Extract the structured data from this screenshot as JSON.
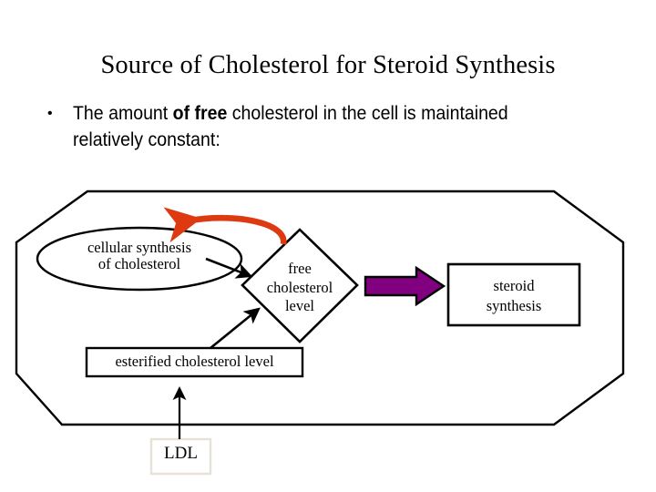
{
  "slide": {
    "title": "Source of Cholesterol for Steroid Synthesis",
    "bullets": [
      {
        "marker": "•",
        "run_plain_1": "The amount ",
        "run_bold": "of free",
        "run_plain_2": " cholesterol in the cell is maintained relatively constant:"
      }
    ]
  },
  "diagram": {
    "cell_membrane_name": "cell-outline-octagon",
    "nodes": {
      "cellular_synthesis": "cellular synthesis\nof cholesterol",
      "cellular_synthesis_line1": "cellular synthesis",
      "cellular_synthesis_line2": "of cholesterol",
      "free_cholesterol_level": "free\ncholesterol\nlevel",
      "free_line1": "free",
      "free_line2": "cholesterol",
      "free_line3": "level",
      "steroid_synthesis": "steroid\nsynthesis",
      "steroid_line1": "steroid",
      "steroid_line2": "synthesis",
      "esterified_cholesterol_level": "esterified cholesterol level",
      "ldl": "LDL"
    },
    "colors": {
      "stroke": "#000000",
      "feedback_arrow": "#DD3A11",
      "block_arrow_fill": "#800080",
      "block_arrow_stroke": "#000000",
      "ldl_box_border": "#E6E2D8",
      "background": "#FFFFFF"
    }
  },
  "chart_data": {
    "type": "diagram",
    "title": "Source of Cholesterol for Steroid Synthesis",
    "nodes": [
      {
        "id": "cellular_synthesis",
        "label": "cellular synthesis of cholesterol",
        "shape": "ellipse",
        "location": "inside cell"
      },
      {
        "id": "free_cholesterol_level",
        "label": "free cholesterol level",
        "shape": "diamond",
        "location": "inside cell"
      },
      {
        "id": "esterified_cholesterol_level",
        "label": "esterified cholesterol level",
        "shape": "rectangle",
        "location": "inside cell"
      },
      {
        "id": "steroid_synthesis",
        "label": "steroid synthesis",
        "shape": "rectangle",
        "location": "inside cell"
      },
      {
        "id": "ldl",
        "label": "LDL",
        "shape": "rectangle",
        "location": "outside cell"
      }
    ],
    "edges": [
      {
        "from": "cellular_synthesis",
        "to": "free_cholesterol_level",
        "style": "solid-black-arrow"
      },
      {
        "from": "esterified_cholesterol_level",
        "to": "free_cholesterol_level",
        "style": "solid-black-arrow"
      },
      {
        "from": "free_cholesterol_level",
        "to": "cellular_synthesis",
        "style": "curved-red-arrow",
        "meaning": "feedback"
      },
      {
        "from": "free_cholesterol_level",
        "to": "steroid_synthesis",
        "style": "purple-block-arrow"
      },
      {
        "from": "ldl",
        "to": "esterified_cholesterol_level",
        "style": "solid-black-arrow",
        "meaning": "crosses cell membrane"
      }
    ]
  }
}
